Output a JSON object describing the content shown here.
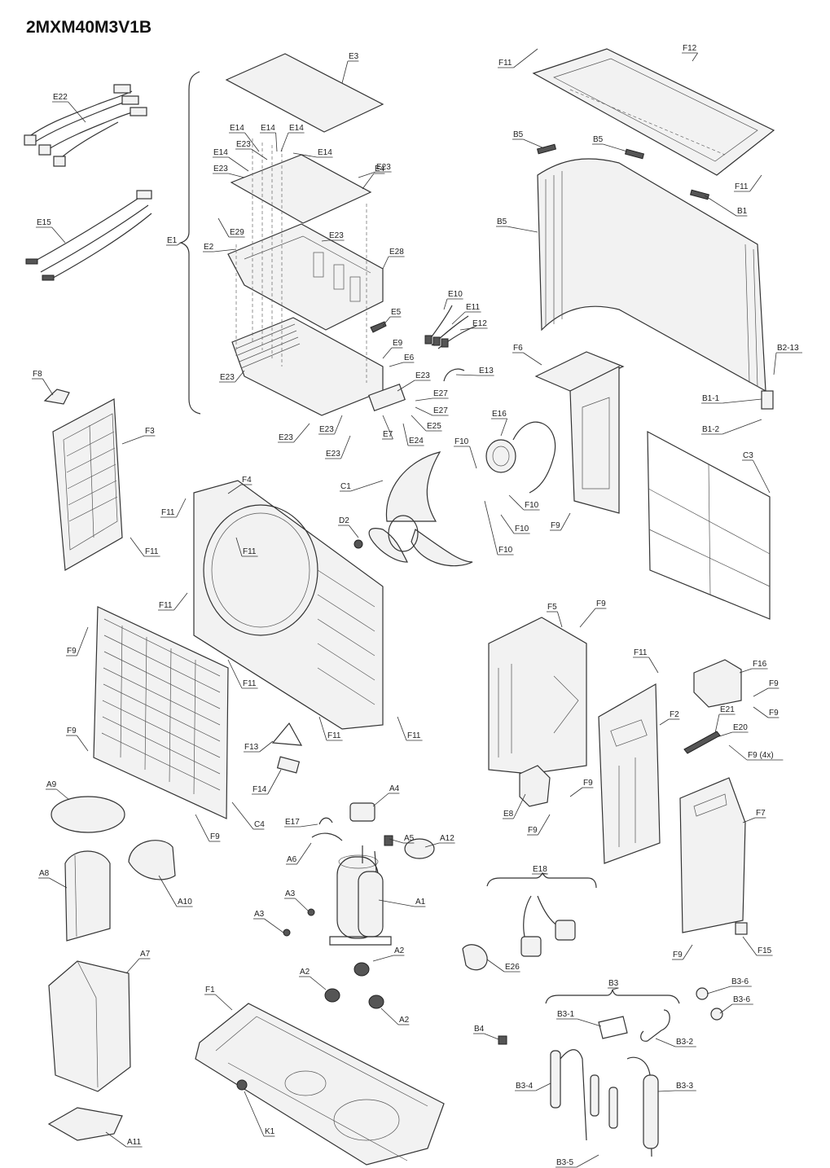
{
  "title": "2MXM40M3V1B",
  "labels": [
    "E22",
    "E15",
    "E3",
    "E14",
    "E14",
    "E14",
    "E14",
    "E14",
    "E23",
    "E23",
    "E4",
    "E1",
    "E29",
    "E23",
    "E23",
    "E2",
    "E28",
    "E5",
    "E9",
    "E23",
    "E6",
    "E23",
    "E27",
    "E27",
    "E25",
    "E24",
    "E7",
    "E23",
    "E23",
    "E23",
    "E10",
    "E11",
    "E12",
    "E13",
    "F8",
    "F3",
    "F11",
    "F11",
    "F4",
    "F11",
    "F11",
    "C1",
    "D2",
    "E16",
    "F10",
    "F10",
    "F10",
    "F10",
    "F11",
    "F12",
    "B5",
    "B5",
    "B1",
    "F11",
    "B5",
    "B2-13",
    "F6",
    "B1-1",
    "B1-2",
    "C3",
    "F9",
    "F5",
    "F9",
    "F11",
    "F16",
    "F9",
    "F9",
    "F2",
    "E21",
    "E20",
    "F9 (4x)",
    "F9",
    "E8",
    "F9",
    "F7",
    "F11",
    "F11",
    "F11",
    "F9",
    "F9",
    "F13",
    "F14",
    "C4",
    "F9",
    "A9",
    "A4",
    "E17",
    "A5",
    "A12",
    "A6",
    "A8",
    "A10",
    "A3",
    "A3",
    "A1",
    "A2",
    "A2",
    "A2",
    "E18",
    "E26",
    "F9",
    "F15",
    "A7",
    "F1",
    "B3",
    "B3-6",
    "B3-6",
    "B3-1",
    "B3-2",
    "B4",
    "B3-4",
    "B3-3",
    "B3-5",
    "A11",
    "K1"
  ]
}
